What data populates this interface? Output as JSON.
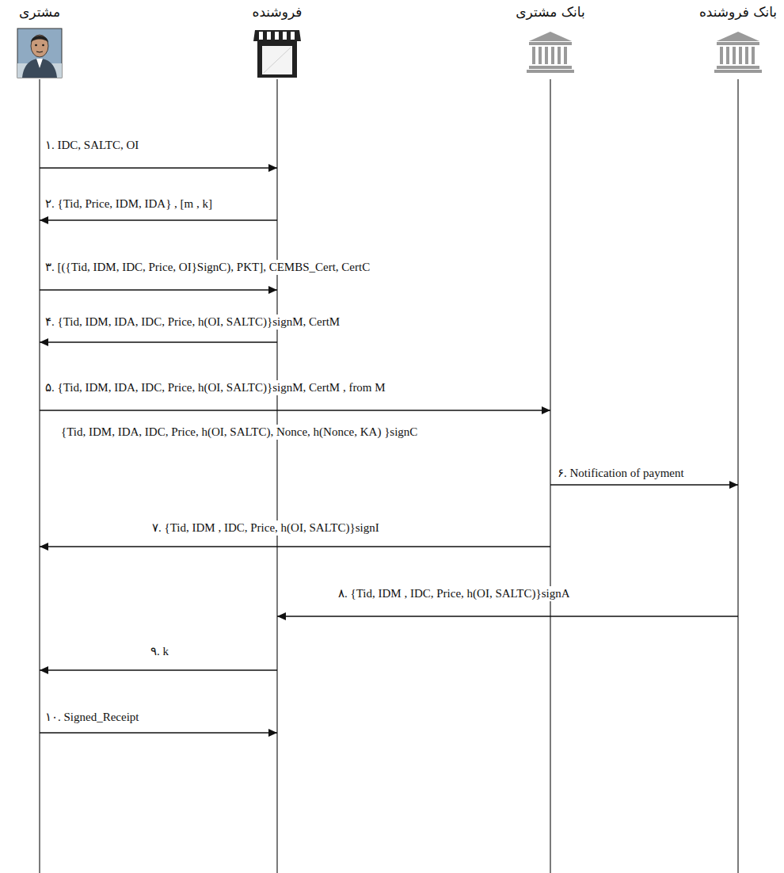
{
  "diagram": {
    "nodes": [
      {
        "text": [
          "مشتری"
        ]
      },
      {
        "text": [
          "فروشنده"
        ]
      },
      {
        "text": [
          "بانک مشتری"
        ]
      },
      {
        "text": [
          "بانک فروشنده"
        ]
      }
    ],
    "edges": [
      {
        "from": 0,
        "to": 1,
        "arrow": "to",
        "label": "۱. IDC, SALTC, OI"
      },
      {
        "from": 1,
        "to": 0,
        "arrow": "to",
        "label": "۲. {Tid, Price, IDM, IDA} , [m , k]"
      },
      {
        "from": 0,
        "to": 1,
        "arrow": "to",
        "label": "۳. [({Tid, IDM, IDC, Price, OI}SignC), PKT], CEMBS_Cert, CertC"
      },
      {
        "from": 1,
        "to": 0,
        "arrow": "to",
        "label": "۴. {Tid, IDM, IDA, IDC, Price, h(OI, SALTC)}signM, CertM"
      },
      {
        "from": 0,
        "to": 2,
        "arrow": "to",
        "label": "۵. {Tid, IDM, IDA, IDC, Price, h(OI, SALTC)}signM, CertM , from M"
      },
      {
        "from": 2,
        "to": 3,
        "arrow": "to",
        "label": "۶. Notification of payment"
      },
      {
        "from": 2,
        "to": 0,
        "arrow": "to",
        "label": "۷. {Tid, IDM , IDC, Price, h(OI, SALTC)}signI"
      },
      {
        "from": 3,
        "to": 1,
        "arrow": "to",
        "label": "۸. {Tid, IDM , IDC, Price, h(OI, SALTC)}signA"
      },
      {
        "from": 1,
        "to": 0,
        "arrow": "to",
        "label": "۹. k"
      },
      {
        "from": 0,
        "to": 1,
        "arrow": "to",
        "label": "۱۰. Signed_Receipt"
      }
    ],
    "labels": [
      "{Tid, IDM, IDA, IDC, Price, h(OI, SALTC), Nonce, h(Nonce, KA) }signC"
    ]
  }
}
